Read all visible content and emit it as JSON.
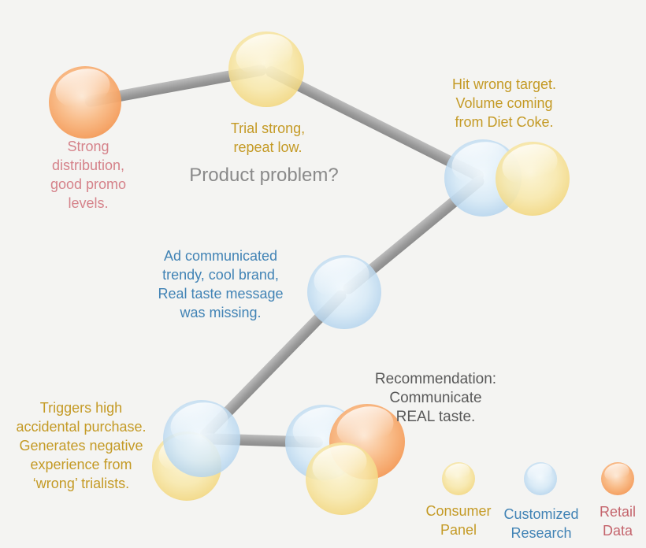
{
  "title": "Product problem?",
  "annotations": {
    "retail_left": "Strong\ndistribution,\ngood promo\nlevels.",
    "trial": "Trial strong,\nrepeat low.",
    "hit_wrong_target": "Hit wrong target.\nVolume coming\nfrom Diet Coke.",
    "ad_communicated": "Ad communicated\ntrendy, cool brand,\nReal taste message\nwas missing.",
    "triggers": "Triggers high\naccidental purchase.\nGenerates negative\nexperience from\n‘wrong’ trialists.",
    "recommendation": "Recommendation:\nCommunicate\nREAL taste."
  },
  "legend": {
    "consumer_panel": "Consumer\nPanel",
    "customized_research": "Customized\nResearch",
    "retail_data": "Retail\nData"
  },
  "colors": {
    "background": "#f4f4f2",
    "connector": "#9e9e9e",
    "gold_text": "#c49a25",
    "rose_text": "#d5828a",
    "blue_text": "#4183b5",
    "title_gray": "#8a8a8a",
    "dark_gray": "#595959",
    "legend_rose": "#c4646c",
    "sphere_yellow": "#f0d375",
    "sphere_blue": "#a9cbe8",
    "sphere_orange": "#f4a263"
  }
}
